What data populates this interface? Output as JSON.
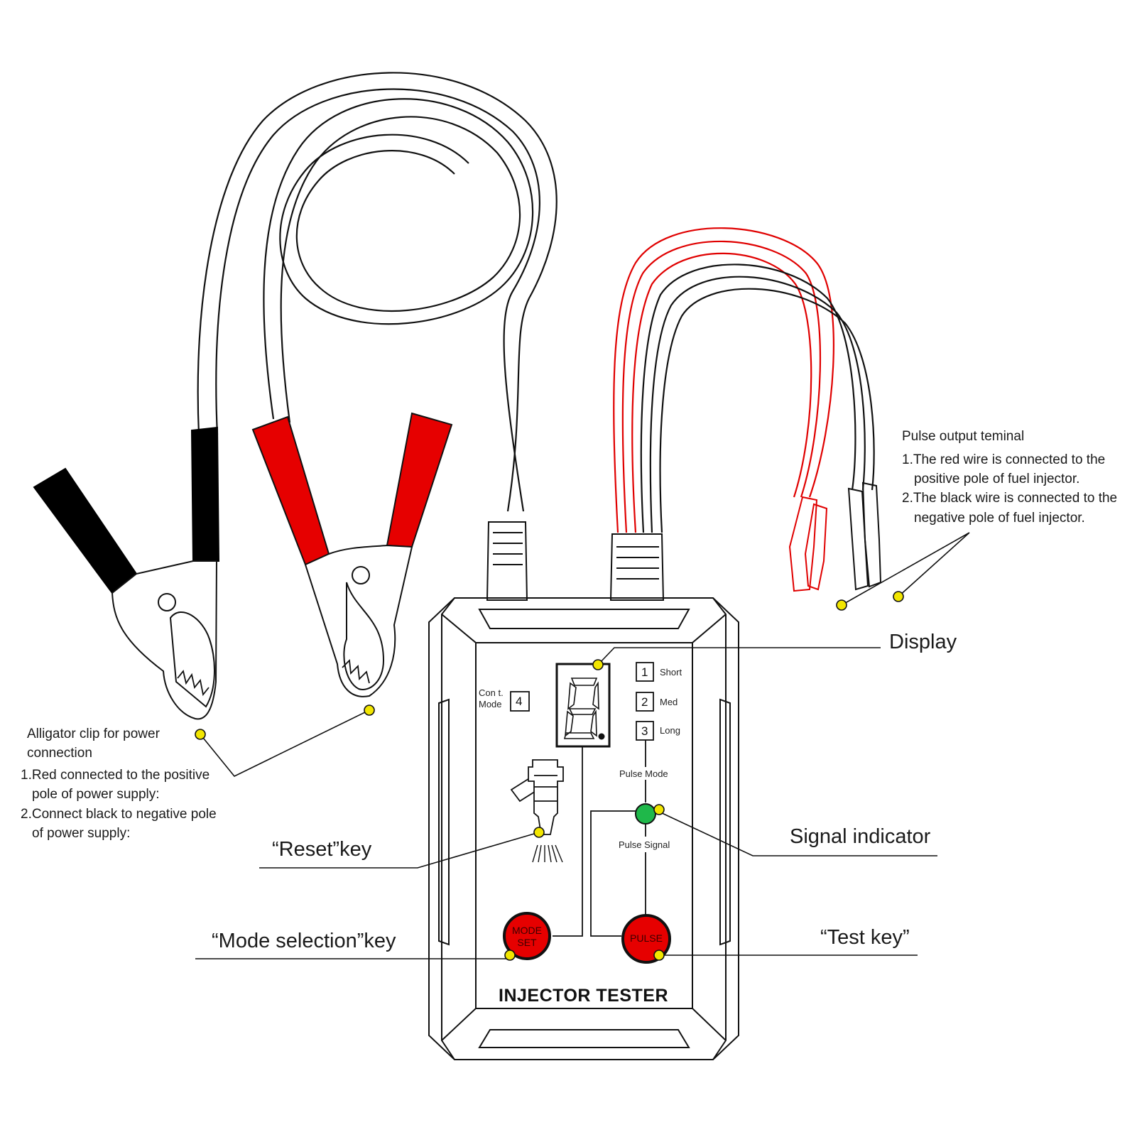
{
  "colors": {
    "clip_red": "#e60000",
    "clip_black": "#000000",
    "button_red": "#e60000",
    "indicator_green": "#1fb84a",
    "marker_yellow": "#f2e600",
    "wire_red": "#e00000",
    "line": "#111111"
  },
  "power_clip_note": {
    "title_line1": "Alligator clip for power",
    "title_line2": "connection",
    "item1_line1": "1.Red connected to the positive",
    "item1_line2": "pole of power supply:",
    "item2_line1": "2.Connect black to negative pole",
    "item2_line2": "of power supply:"
  },
  "pulse_output_note": {
    "title": "Pulse output teminal",
    "item1_line1": "1.The red wire is connected to the",
    "item1_line2": "positive pole of fuel injector.",
    "item2_line1": "2.The black wire is connected to the",
    "item2_line2": "negative pole of fuel injector."
  },
  "callouts": {
    "display": "Display",
    "signal_indicator": "Signal indicator",
    "reset_key": "“Reset”key",
    "mode_selection_key": "“Mode selection”key",
    "test_key": "“Test key”"
  },
  "device": {
    "brand": "INJECTOR TESTER",
    "cont_mode_line1": "Con t.",
    "cont_mode_line2": "Mode",
    "cont_mode_number": "4",
    "display_digit": "8.",
    "modes": [
      {
        "number": "1",
        "label": "Short"
      },
      {
        "number": "2",
        "label": "Med"
      },
      {
        "number": "3",
        "label": "Long"
      }
    ],
    "pulse_mode_label": "Pulse Mode",
    "pulse_signal_label": "Pulse Signal",
    "mode_button_line1": "MODE",
    "mode_button_line2": "SET",
    "pulse_button": "PULSE"
  }
}
